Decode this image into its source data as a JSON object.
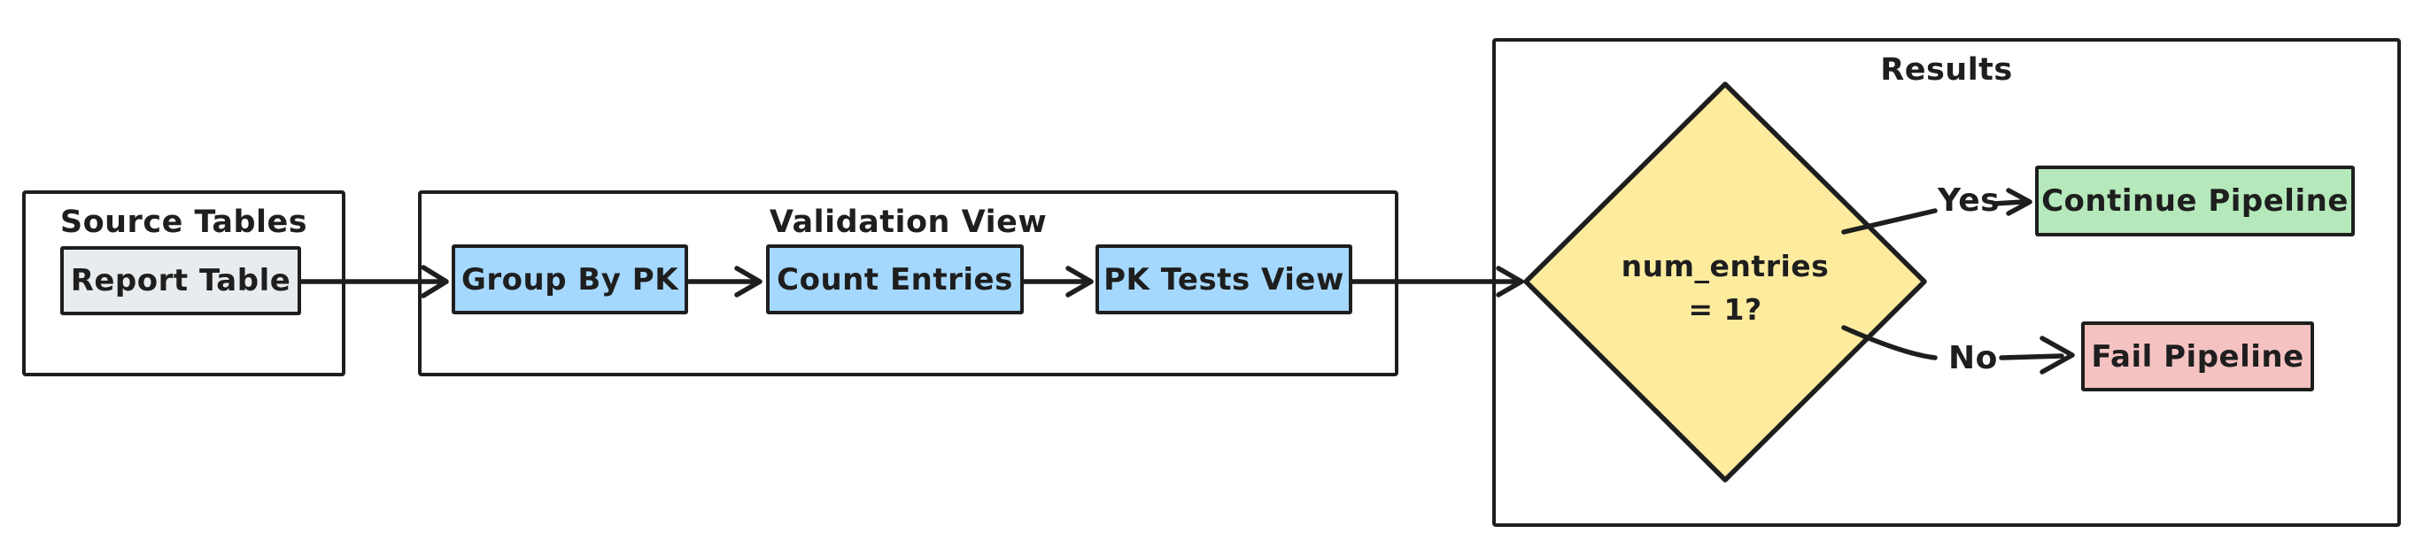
{
  "diagram": {
    "background": "#ffffff",
    "stroke_color": "#1e1e1e",
    "groups": {
      "source_tables": {
        "title": "Source Tables"
      },
      "validation_view": {
        "title": "Validation View"
      },
      "results": {
        "title": "Results"
      }
    },
    "nodes": {
      "report_table": {
        "label": "Report Table",
        "fill": "#e9ecef"
      },
      "group_by_pk": {
        "label": "Group By PK",
        "fill": "#a5d8ff"
      },
      "count_entries": {
        "label": "Count Entries",
        "fill": "#a5d8ff"
      },
      "pk_tests_view": {
        "label": "PK Tests View",
        "fill": "#a5d8ff"
      },
      "num_entries_decision": {
        "label_line1": "num_entries",
        "label_line2": "= 1?",
        "fill": "#fdeb9e"
      },
      "continue_pipeline": {
        "label": "Continue Pipeline",
        "fill": "#b5e8ba"
      },
      "fail_pipeline": {
        "label": "Fail Pipeline",
        "fill": "#f5c2c2"
      }
    },
    "edges": {
      "yes_label": "Yes",
      "no_label": "No"
    }
  }
}
